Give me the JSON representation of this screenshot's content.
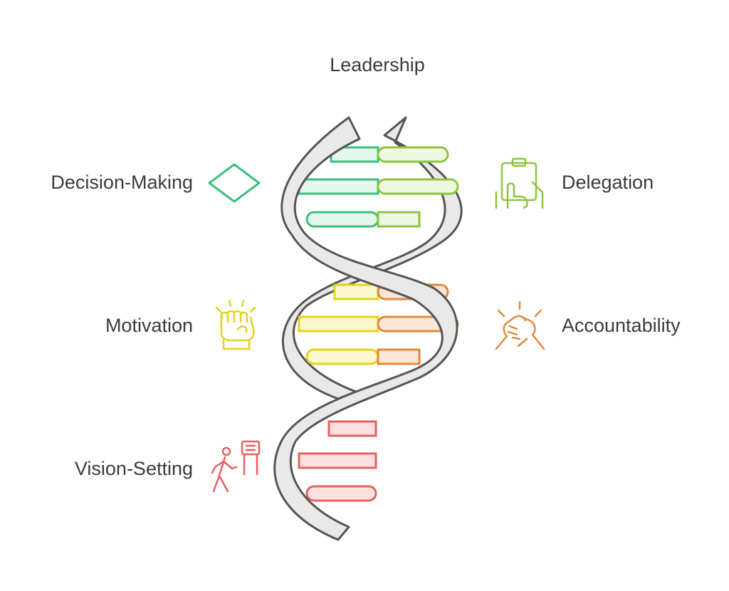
{
  "title": "Leadership",
  "items": [
    {
      "label": "Decision-Making",
      "icon": "diamond-icon",
      "color": "#3bbf7e",
      "fill": "#e4f7ec"
    },
    {
      "label": "Delegation",
      "icon": "clipboard-hand-icon",
      "color": "#8cc63e",
      "fill": "#eef7e0"
    },
    {
      "label": "Motivation",
      "icon": "raised-fist-icon",
      "color": "#e3d41a",
      "fill": "#fbf7cf"
    },
    {
      "label": "Accountability",
      "icon": "handshake-icon",
      "color": "#e08a3c",
      "fill": "#fbe7d6"
    },
    {
      "label": "Vision-Setting",
      "icon": "walking-person-sign-icon",
      "color": "#e86060",
      "fill": "#fde1e1"
    }
  ],
  "strand_color": "#e8e8e8",
  "strand_stroke": "#555555"
}
